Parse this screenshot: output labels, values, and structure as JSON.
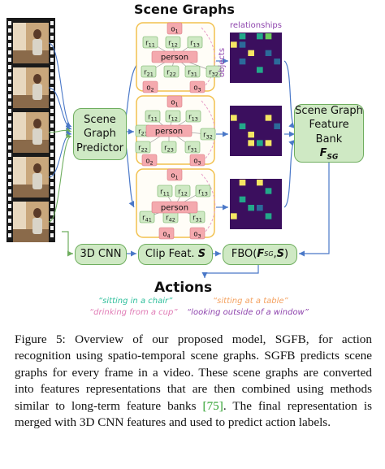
{
  "headings": {
    "scene_graphs": "Scene Graphs",
    "actions": "Actions"
  },
  "matrix_labels": {
    "relationships": "relationships",
    "objects": "objects"
  },
  "boxes": {
    "predictor": "Scene\nGraph\nPredictor",
    "bank_line1": "Scene Graph",
    "bank_line2": "Feature Bank",
    "bank_sym": "F",
    "bank_sub": "SG",
    "cnn": "3D CNN",
    "clip_text": "Clip Feat.",
    "clip_sym": "S",
    "fbo_open": "FBO(",
    "fbo_f": "F",
    "fbo_sub": "SG",
    "fbo_sep": ", ",
    "fbo_s": "S",
    "fbo_close": ")"
  },
  "scene_graphs": [
    {
      "objects": [
        "o1",
        "person",
        "o2",
        "o3"
      ],
      "relations": [
        "r11",
        "r12",
        "r13",
        "r21",
        "r22",
        "r31",
        "r32"
      ]
    },
    {
      "objects": [
        "o1",
        "person",
        "o2",
        "o3"
      ],
      "relations": [
        "r11",
        "r12",
        "r13",
        "r21",
        "r32",
        "r22",
        "r23",
        "r31"
      ]
    },
    {
      "objects": [
        "o1",
        "person",
        "o4",
        "o3"
      ],
      "relations": [
        "r11",
        "r12",
        "r13",
        "r41",
        "r42",
        "r31"
      ]
    }
  ],
  "actions": [
    {
      "label": "“sitting in a chair”",
      "color": "#2fbf9c"
    },
    {
      "label": "“sitting at a table”",
      "color": "#f4a261"
    },
    {
      "label": "“drinking from a cup”",
      "color": "#e07bb5"
    },
    {
      "label": "“looking outside of a window”",
      "color": "#8e44ad"
    }
  ],
  "colors": {
    "box_fill": "#cfe9c4",
    "box_stroke": "#6fae5f",
    "panel_stroke": "#f2c14e",
    "object_fill": "#f4a9ae",
    "relation_fill": "#cfe9c4",
    "arrow": "#4a78c8",
    "matrix_bg": "#3b0f5e",
    "matrix_teal": "#23a88a",
    "matrix_yellow": "#f5e663",
    "matrix_blue": "#2c6a9a",
    "matrix_green": "#6cce5a"
  },
  "caption": {
    "prefix": "Figure 5: Overview of our proposed model, SGFB, for action recognition using spatio-temporal scene graphs. SGFB predicts scene graphs for every frame in a video. These scene graphs are converted into features representations that are then combined using methods similar to long-term feature banks ",
    "ref": "[75]",
    "suffix": ". The final representation is merged with 3D CNN features and used to predict action labels."
  }
}
